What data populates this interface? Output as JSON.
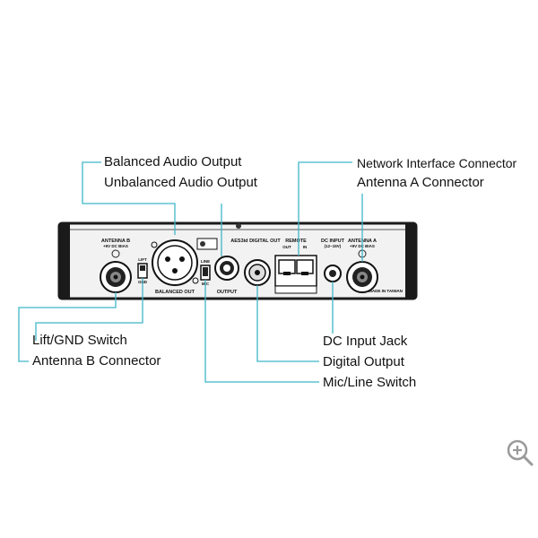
{
  "callouts": {
    "balanced_audio_output": "Balanced Audio Output",
    "unbalanced_audio_output": "Unbalanced Audio Output",
    "network_interface_connector": "Network Interface Connector",
    "antenna_a_connector": "Antenna A Connector",
    "lift_gnd_switch": "Lift/GND Switch",
    "antenna_b_connector": "Antenna B Connector",
    "dc_input_jack": "DC Input Jack",
    "digital_output": "Digital Output",
    "mic_line_switch": "Mic/Line Switch"
  },
  "panel": {
    "antenna_b_label": "ANTENNA B",
    "antenna_b_sub": "+9V DC BIAS",
    "lift_label": "LIFT",
    "gnd_label": "GND",
    "balanced_out_label": "BALANCED OUT",
    "line_label": "LINE",
    "mic_label": "MIC",
    "output_label": "OUTPUT",
    "aes_label": "AES3id DIGITAL OUT",
    "remote_label": "REMOTE",
    "out_label": "OUT",
    "in_label": "IN",
    "dc_input_label": "DC INPUT",
    "dc_input_sub": "(12~15V)",
    "antenna_a_label": "ANTENNA A",
    "antenna_a_sub": "+9V DC BIAS",
    "made_in": "MADE IN TAIWAN"
  },
  "colors": {
    "leader": "#3fb6c8",
    "panel_body": "#f2f2f2",
    "panel_edge": "#1a1a1a"
  },
  "icons": {
    "zoom": "zoom-in-icon"
  }
}
